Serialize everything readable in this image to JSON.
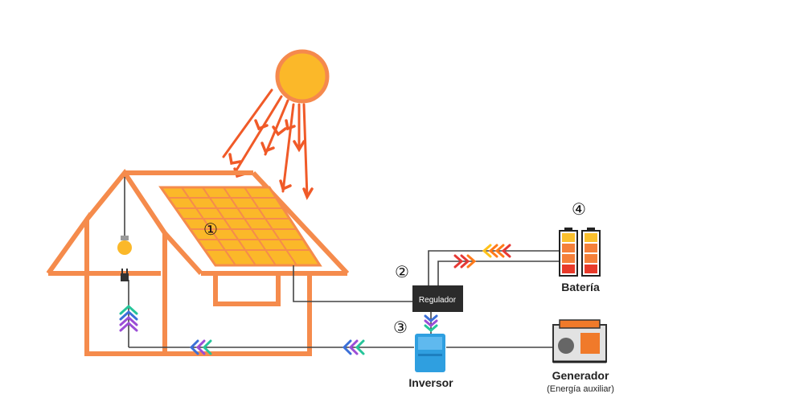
{
  "steps": {
    "panel": "①",
    "regulator": "②",
    "inverter": "③",
    "battery": "④"
  },
  "labels": {
    "regulator": "Regulador",
    "battery": "Batería",
    "inverter": "Inversor",
    "generator": "Generador",
    "generator_note": "(Energía auxiliar)"
  },
  "colors": {
    "house": "#f58b4c",
    "sun_core": "#fbb829",
    "sun_ring": "#f5894d",
    "rays": "#f05a28",
    "panel": "#fbb829",
    "wire": "#444444",
    "regulator_box": "#2b2b2b",
    "inverter": "#2f9fe0",
    "battery_red": "#e83a2a",
    "battery_orange": "#f5803a",
    "battery_yellow": "#fbc02d",
    "arrow_green": "#26c59a",
    "arrow_blue": "#3b6fd8",
    "arrow_purple": "#9b4dd6",
    "arrow_red": "#e53935",
    "arrow_orange": "#ff7a1a",
    "arrow_yellow": "#ffc21a"
  },
  "icons": {
    "sun": "sun-icon",
    "bulb": "light-bulb-icon",
    "plug": "plug-icon",
    "generator": "generator-icon",
    "battery": "battery-icon",
    "inverter": "inverter-icon"
  }
}
